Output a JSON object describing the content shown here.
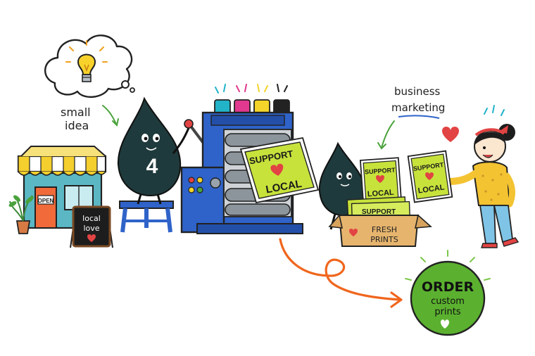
{
  "annotations": {
    "small_idea_line1": "small",
    "small_idea_line2": "idea",
    "business_marketing_line1": "business",
    "business_marketing_line2": "marketing"
  },
  "shop": {
    "door_sign": "OPEN",
    "chalkboard_line1": "local",
    "chalkboard_line2": "love"
  },
  "mascot": {
    "number": "4"
  },
  "poster": {
    "line1": "SUPPORT",
    "line2": "LOCAL"
  },
  "box": {
    "line1": "FRESH",
    "line2": "PRINTS"
  },
  "cta": {
    "line1": "ORDER",
    "line2": "custom",
    "line3": "prints"
  },
  "colors": {
    "ink_drop": "#1f3a3c",
    "press_blue": "#2f63c9",
    "poster_green": "#c7e23b",
    "heart_red": "#e24343",
    "cta_green": "#5bb12f",
    "arrow_orange": "#f0661d",
    "awning_yellow": "#f4cf2d"
  },
  "icons": [
    "lightbulb-icon",
    "heart-icon",
    "arrow-icon"
  ]
}
